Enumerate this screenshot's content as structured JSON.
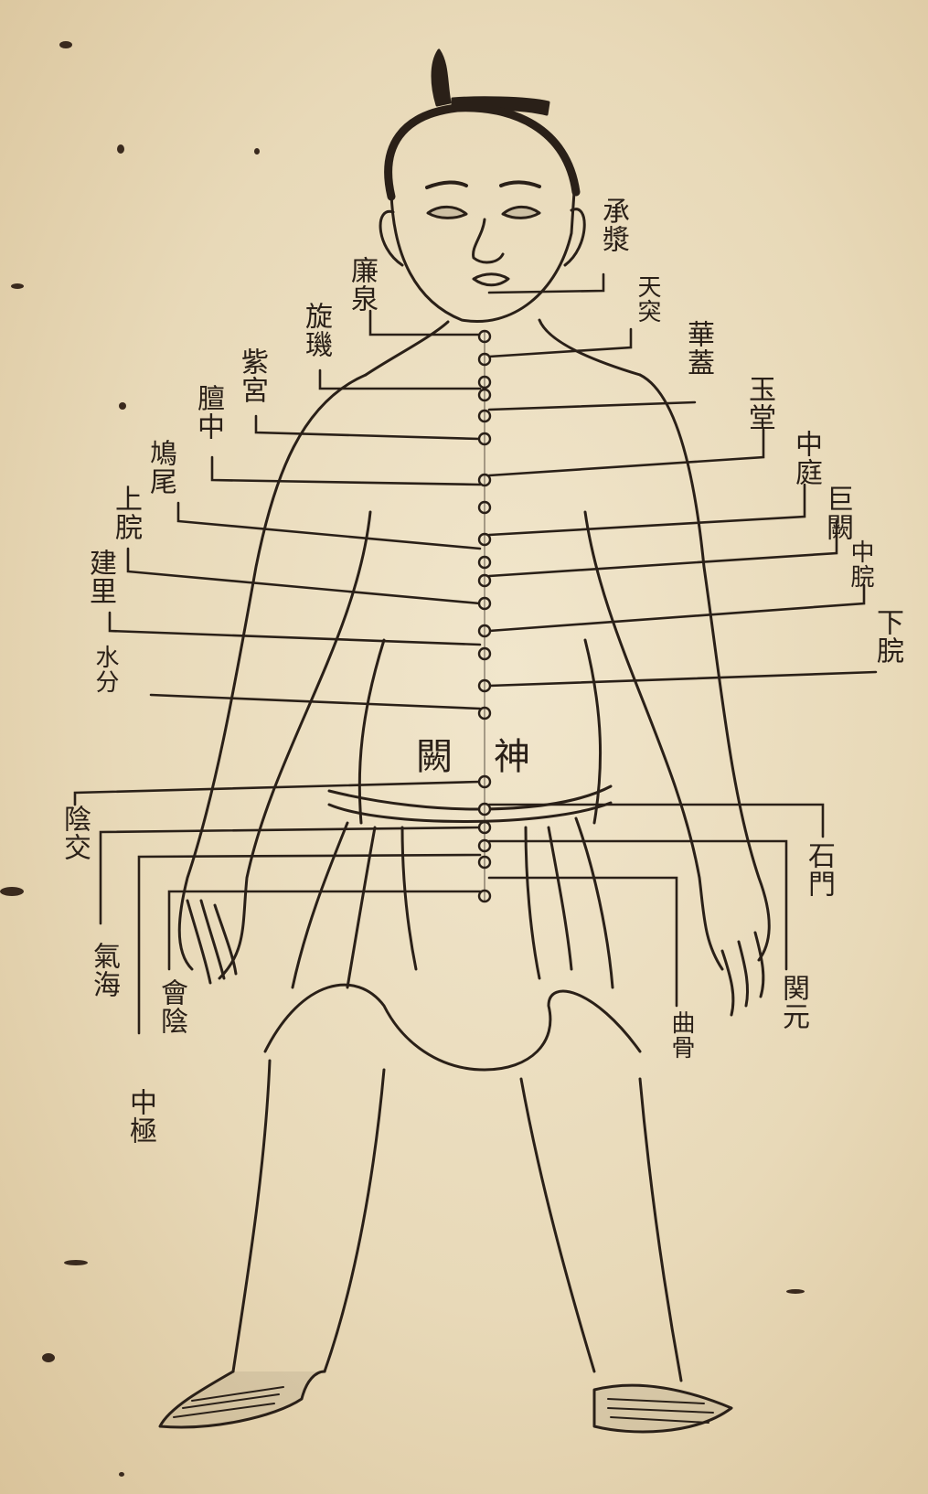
{
  "diagram": {
    "labels_left": [
      {
        "id": "lianquan",
        "text": "廉泉"
      },
      {
        "id": "xuanji",
        "text": "旋璣"
      },
      {
        "id": "zigong",
        "text": "紫宮"
      },
      {
        "id": "danzhong",
        "text": "膻中"
      },
      {
        "id": "jiuwei",
        "text": "鳩尾"
      },
      {
        "id": "shangwan",
        "text": "上脘"
      },
      {
        "id": "jianli",
        "text": "建里"
      },
      {
        "id": "shuifen",
        "text": "水分"
      },
      {
        "id": "yinjiao",
        "text": "陰交"
      },
      {
        "id": "qihai",
        "text": "氣海"
      },
      {
        "id": "huiyin",
        "text": "會陰"
      },
      {
        "id": "zhongji",
        "text": "中極"
      }
    ],
    "labels_right": [
      {
        "id": "chengjiang",
        "text": "承漿"
      },
      {
        "id": "tiantu",
        "text": "天突"
      },
      {
        "id": "huagai",
        "text": "華蓋"
      },
      {
        "id": "yutang",
        "text": "玉堂"
      },
      {
        "id": "zhongting",
        "text": "中庭"
      },
      {
        "id": "juque",
        "text": "巨闕"
      },
      {
        "id": "zhongwan",
        "text": "中脘"
      },
      {
        "id": "xiawan",
        "text": "下脘"
      },
      {
        "id": "shimen",
        "text": "石門"
      },
      {
        "id": "guanyuan",
        "text": "関元"
      },
      {
        "id": "qugu",
        "text": "曲骨"
      }
    ],
    "center_label_left": "闕",
    "center_label_right": "神",
    "ink_color": "#2a2018",
    "paper_color": "#ecdfc3"
  }
}
